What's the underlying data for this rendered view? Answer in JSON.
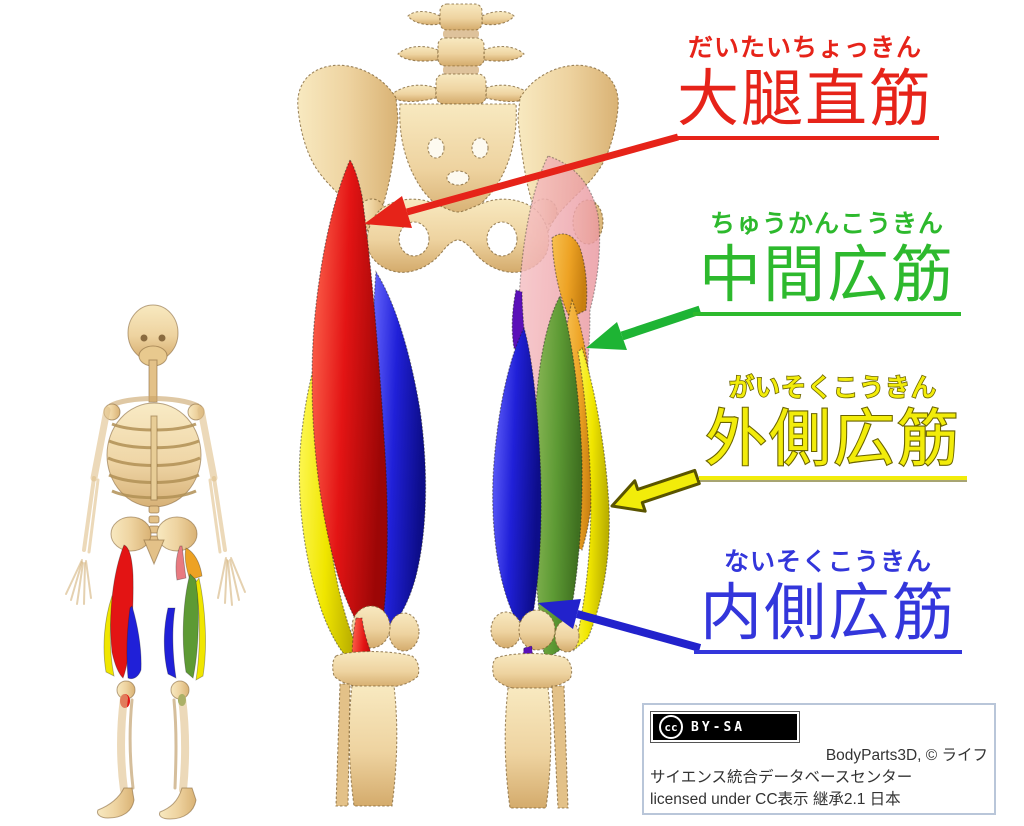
{
  "page": {
    "background": "#ffffff",
    "description_names": "quadriceps-anatomy-diagram"
  },
  "labels": [
    {
      "id": "rectus-femoris",
      "furigana": "だいたいちょっきん",
      "kanji": "大腿直筋",
      "color": "#e62319",
      "arrow_color": "#e62319"
    },
    {
      "id": "vastus-intermedius",
      "furigana": "ちゅうかんこうきん",
      "kanji": "中間広筋",
      "color": "#2db92d",
      "arrow_color": "#1eb434"
    },
    {
      "id": "vastus-lateralis",
      "furigana": "がいそくこうきん",
      "kanji": "外側広筋",
      "color": "#f2ec0a",
      "outline_color": "#6b6400",
      "arrow_color": "#f2ec0a"
    },
    {
      "id": "vastus-medialis",
      "furigana": "ないそくこうきん",
      "kanji": "内側広筋",
      "color": "#3336db",
      "arrow_color": "#2222cc"
    }
  ],
  "muscle_colors": {
    "rectus_femoris": "#e31414",
    "vastus_medialis": "#2020d8",
    "vastus_lateralis": "#f0e600",
    "vastus_intermedius": "#5d9a34",
    "deep_orange": "#eda224",
    "ghost_pink": "#f2a6aa",
    "deep_purple": "#5a10b8",
    "bone": "#eed3a0"
  },
  "license": {
    "badge_cc": "cc",
    "badge_label": "BY-SA",
    "line1": "BodyParts3D, © ライフ",
    "line2": "サイエンス統合データベースセンター",
    "line3": "licensed under CC表示 継承2.1 日本"
  }
}
